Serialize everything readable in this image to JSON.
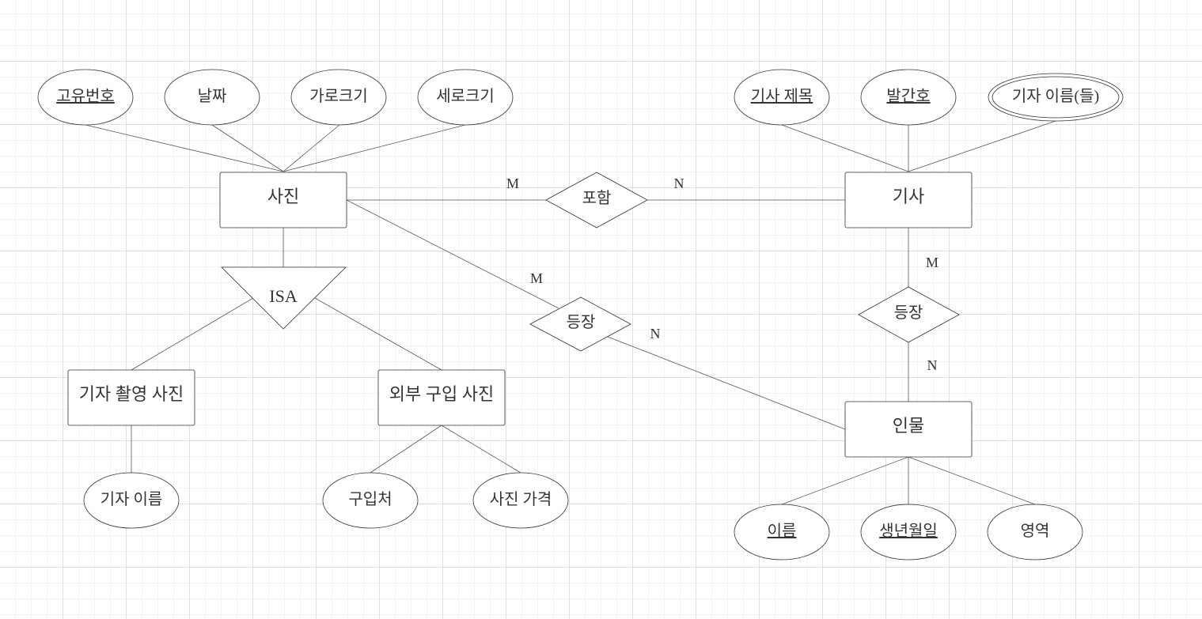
{
  "entities": {
    "photo": "사진",
    "article": "기사",
    "person": "인물",
    "reporter_photo": "기자 촬영 사진",
    "external_photo": "외부 구입 사진"
  },
  "isa": {
    "label": "ISA"
  },
  "relationships": {
    "contains": "포함",
    "appears_photo": "등장",
    "appears_article": "등장"
  },
  "attributes": {
    "photo_id": "고유번호",
    "photo_date": "날짜",
    "photo_width": "가로크기",
    "photo_height": "세로크기",
    "article_title": "기사 제목",
    "article_issue": "발간호",
    "article_reporters": "기자 이름(들)",
    "reporter_name": "기자 이름",
    "purchase_source": "구입처",
    "photo_price": "사진 가격",
    "person_name": "이름",
    "person_birth": "생년월일",
    "person_field": "영역"
  },
  "cardinalities": {
    "contains_photo": "M",
    "contains_article": "N",
    "appears_photo_side": "M",
    "appears_person_side": "N",
    "appears_article_side": "M",
    "appears_article_person_side": "N"
  }
}
